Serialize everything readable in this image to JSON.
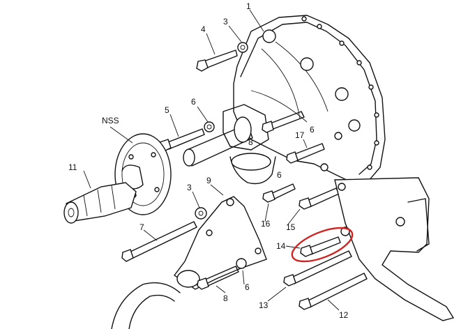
{
  "diagram": {
    "callouts": [
      {
        "id": "1",
        "text": "1"
      },
      {
        "id": "3a",
        "text": "3"
      },
      {
        "id": "4",
        "text": "4"
      },
      {
        "id": "nss",
        "text": "NSS"
      },
      {
        "id": "5",
        "text": "5"
      },
      {
        "id": "6a",
        "text": "6"
      },
      {
        "id": "8a",
        "text": "8"
      },
      {
        "id": "17",
        "text": "17"
      },
      {
        "id": "6b",
        "text": "6"
      },
      {
        "id": "11",
        "text": "11"
      },
      {
        "id": "3b",
        "text": "3"
      },
      {
        "id": "9",
        "text": "9"
      },
      {
        "id": "6c",
        "text": "6"
      },
      {
        "id": "16",
        "text": "16"
      },
      {
        "id": "15",
        "text": "15"
      },
      {
        "id": "7",
        "text": "7"
      },
      {
        "id": "14",
        "text": "14"
      },
      {
        "id": "6d",
        "text": "6"
      },
      {
        "id": "8b",
        "text": "8"
      },
      {
        "id": "13",
        "text": "13"
      },
      {
        "id": "12",
        "text": "12"
      }
    ],
    "highlight": {
      "item": "14",
      "color": "#d0231f"
    }
  }
}
